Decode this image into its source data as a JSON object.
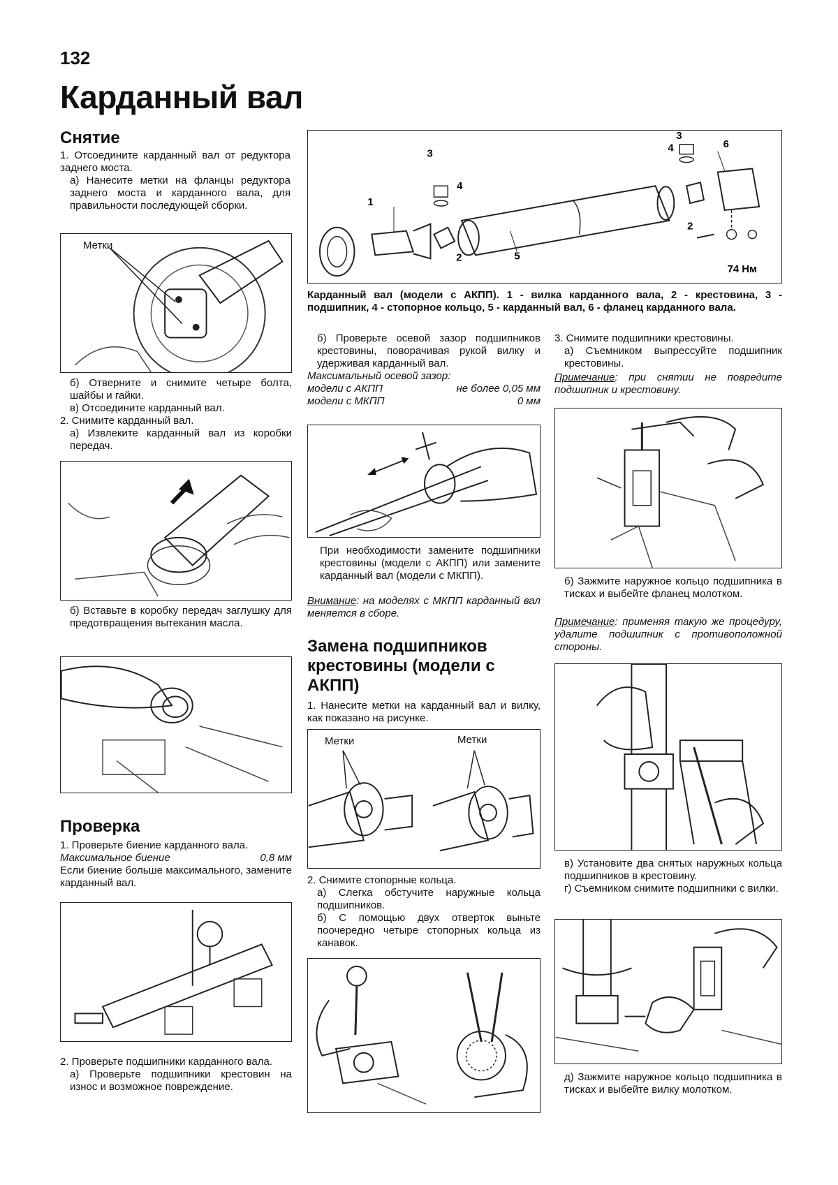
{
  "page": {
    "number": "132",
    "title": "Карданный вал"
  },
  "left": {
    "removal_heading": "Снятие",
    "s1": "1. Отсоедините карданный вал от редуктора заднего моста.",
    "s1a": "а) Нанесите метки на фланцы редуктора заднего моста и карданного вала, для правильности последующей сборки.",
    "fig1_label": "Метки",
    "s1b": "б) Отверните и снимите четыре болта, шайбы и гайки.",
    "s1c": "в) Отсоедините карданный вал.",
    "s2": "2. Снимите карданный вал.",
    "s2a": "а) Извлеките карданный вал из коробки передач.",
    "s2b": "б) Вставьте в коробку передач заглушку для предотвращения вытекания масла.",
    "check_heading": "Проверка",
    "c1": "1. Проверьте биение карданного вала.",
    "c1_spec_label": "Максимальное биение",
    "c1_spec_value": "0,8 мм",
    "c1_note": "Если биение больше максимального, замените карданный вал.",
    "c2": "2. Проверьте подшипники карданного вала.",
    "c2a": "а) Проверьте подшипники крестовин на износ и возможное повреждение."
  },
  "diagram": {
    "labels": [
      "1",
      "2",
      "3",
      "4",
      "5",
      "6",
      "2",
      "3",
      "4"
    ],
    "torque": "74 Нм",
    "caption": "Карданный вал (модели с АКПП). 1 - вилка карданного вала, 2 - крестовина, 3 - подшипник, 4 - стопорное кольцо, 5 - карданный вал, 6 - фланец карданного вала."
  },
  "mid": {
    "b": "б) Проверьте осевой зазор подшипников крестовины, поворачивая рукой вилку и удерживая карданный вал.",
    "spec_title": "Максимальный осевой зазор:",
    "spec_row1_label": "модели с АКПП",
    "spec_row1_value": "не более 0,05 мм",
    "spec_row2_label": "модели с МКПП",
    "spec_row2_value": "0 мм",
    "replace_note": "При необходимости замените подшипники крестовины (модели с АКПП) или замените карданный вал (модели с МКПП).",
    "warning_label": "Внимание",
    "warning_text": ": на моделях с МКПП карданный вал меняется в сборе.",
    "bearing_heading": "Замена подшипников крестовины (модели с АКПП)",
    "r1": "1. Нанесите метки на карданный вал и вилку, как показано на рисунке.",
    "marks_label_left": "Метки",
    "marks_label_right": "Метки",
    "r2": "2. Снимите стопорные кольца.",
    "r2a": "а) Слегка обстучите наружные кольца подшипников.",
    "r2b": "б) С помощью двух отверток выньте поочередно четыре стопорных кольца из канавок."
  },
  "right": {
    "r3": "3. Снимите подшипники крестовины.",
    "r3a": "а) Съемником выпрессуйте подшипник крестовины.",
    "note1_label": "Примечание",
    "note1_text": ": при снятии не повредите подшипник и крестовину.",
    "r3b": "б) Зажмите наружное кольцо подшипника в тисках и выбейте фланец молотком.",
    "note2_label": "Примечание",
    "note2_text": ": применяя такую же процедуру, удалите подшипник с противоположной стороны.",
    "r3v": "в) Установите два снятых наружных кольца подшипников в крестовину.",
    "r3g": "г) Съемником снимите подшипники с вилки.",
    "r3d": "д) Зажмите наружное кольцо подшипника в тисках и выбейте вилку молотком."
  }
}
